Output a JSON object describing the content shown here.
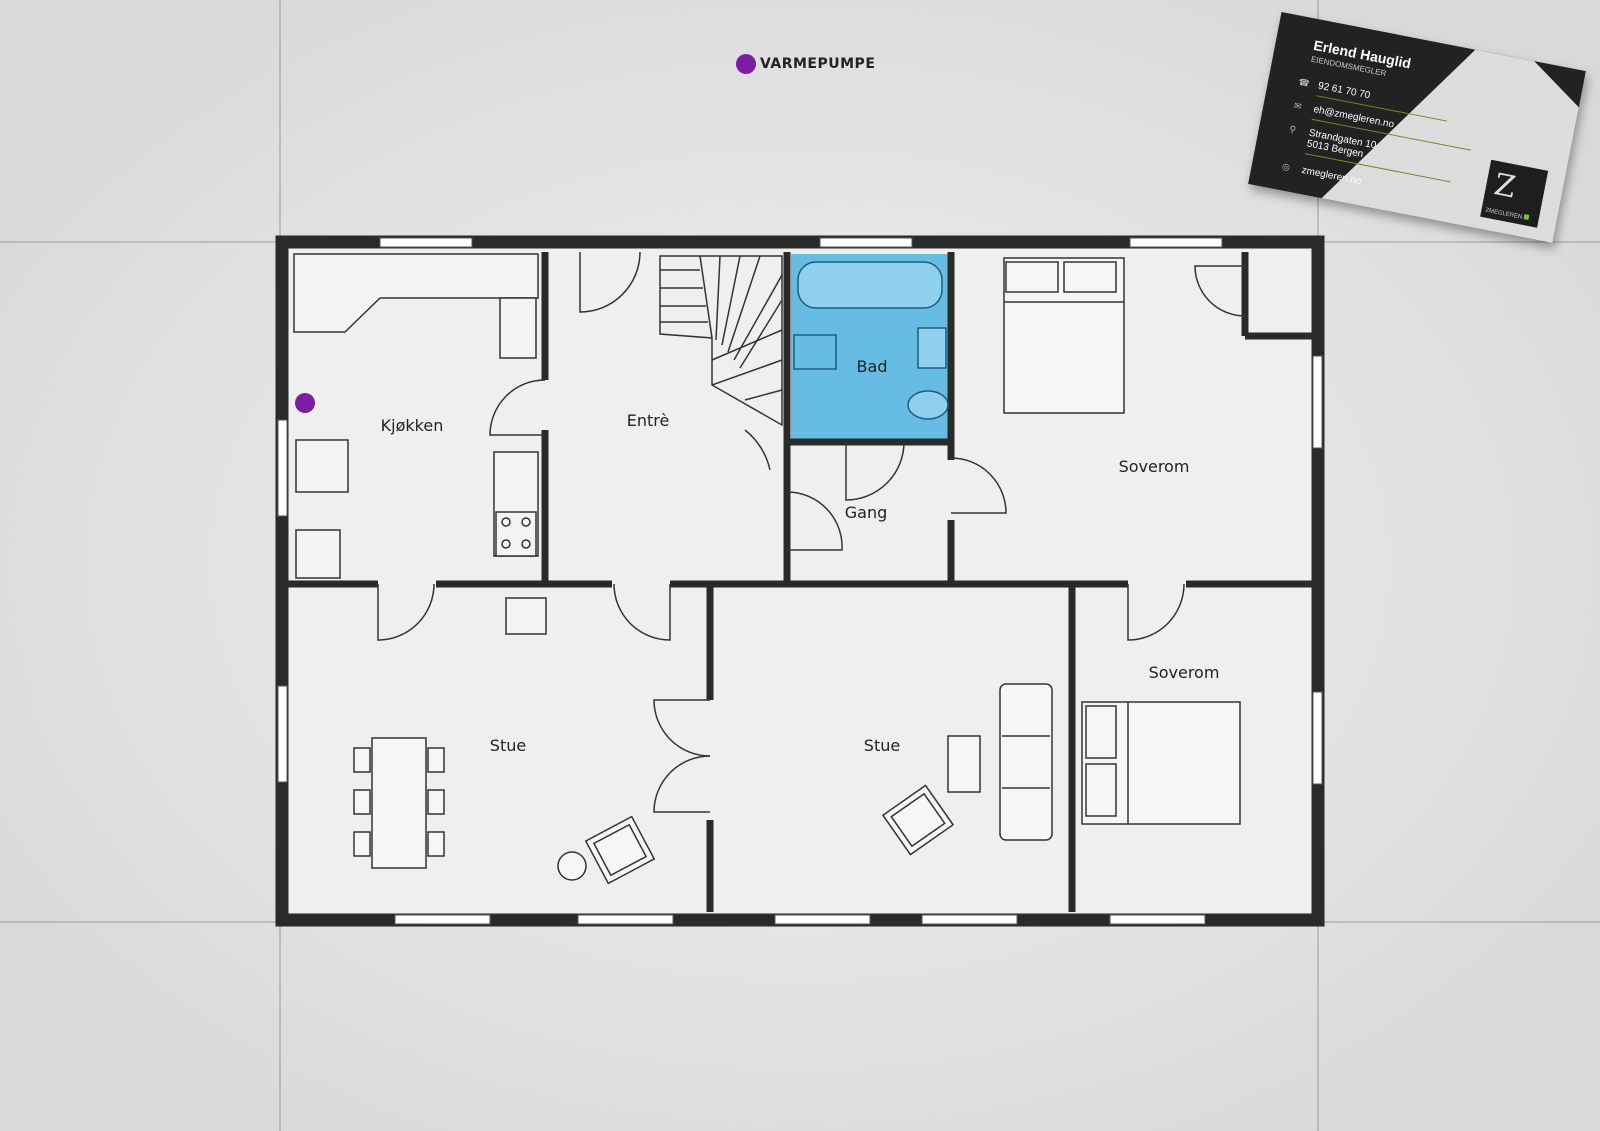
{
  "legend": {
    "label": "VARMEPUMPE",
    "color": "#7a1fa2"
  },
  "rooms": {
    "kjokken": "Kjøkken",
    "entre": "Entrè",
    "bad": "Bad",
    "gang": "Gang",
    "soverom_1": "Soverom",
    "soverom_2": "Soverom",
    "stue_1": "Stue",
    "stue_2": "Stue"
  },
  "card": {
    "name": "Erlend Hauglid",
    "title": "EIENDOMSMEGLER",
    "phone": "92 61 70 70",
    "email": "eh@zmegleren.no",
    "address_line1": "Strandgaten 10",
    "address_line2": "5013 Bergen",
    "web": "zmegleren.no",
    "brand": "ZMEGLEREN",
    "brand_accent": "#7cc242"
  },
  "colors": {
    "bathroom": "#4db3e0",
    "heat_pump": "#7a1fa2"
  },
  "icons": [
    "phone-icon",
    "email-icon",
    "location-icon",
    "web-icon"
  ]
}
